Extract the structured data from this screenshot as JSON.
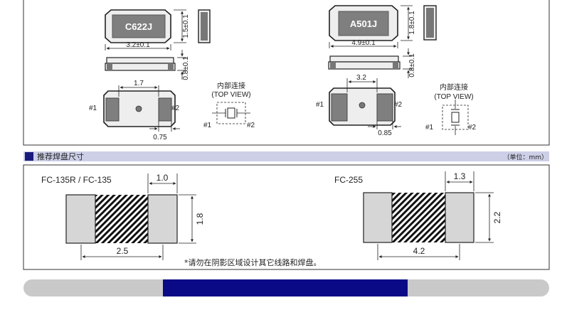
{
  "left_part": {
    "marking": "C622J",
    "dim_length": "3.2±0.1",
    "dim_width": "1.5±0.1",
    "dim_height": "0.8±0.1",
    "pad_spacing": "1.7",
    "pad_width": "0.75",
    "pin1": "#1",
    "pin2": "#2",
    "conn_title": "内部连接",
    "conn_view": "(TOP VIEW)",
    "conn_pin1": "#1",
    "conn_pin2": "#2"
  },
  "right_part": {
    "marking": "A501J",
    "dim_length": "4.9±0.1",
    "dim_width": "1.8±0.1",
    "dim_height": "0.8±0.1",
    "pad_spacing": "3.2",
    "pad_width": "0.85",
    "pin1": "#1",
    "pin2": "#2",
    "conn_title": "内部连接",
    "conn_view": "(TOP VIEW)",
    "conn_pin1": "#1",
    "conn_pin2": "#2"
  },
  "section": {
    "title": "推荐焊盘尺寸",
    "unit": "（单位：mm）"
  },
  "pads_left": {
    "label": "FC-135R / FC-135",
    "pad_width": "1.0",
    "pad_height": "1.8",
    "span": "2.5"
  },
  "pads_right": {
    "label": "FC-255",
    "pad_width": "1.3",
    "pad_height": "2.2",
    "span": "4.2"
  },
  "note": "*请勿在阴影区域设计其它线路和焊盘。",
  "colors": {
    "band": "#cdcfe7",
    "band_marker": "#1a1a7e",
    "footer_bar": "#c9c9c9",
    "footer_accent": "#0a0a86",
    "pad_fill": "#d6d6d6",
    "body_fill": "#7c7c7c"
  }
}
